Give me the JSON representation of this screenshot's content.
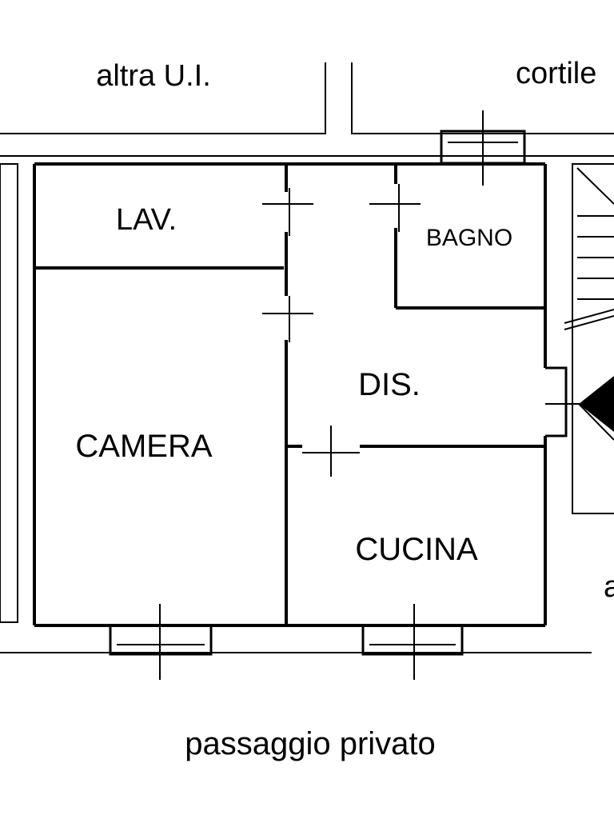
{
  "plan": {
    "labels": {
      "neighbour_unit": "altra U.I.",
      "courtyard": "cortile",
      "laundry": "LAV.",
      "bathroom": "BAGNO",
      "hallway": "DIS.",
      "bedroom": "CAMERA",
      "kitchen": "CUCINA",
      "right_edge_fragment": "a",
      "private_passage": "passaggio privato"
    }
  }
}
